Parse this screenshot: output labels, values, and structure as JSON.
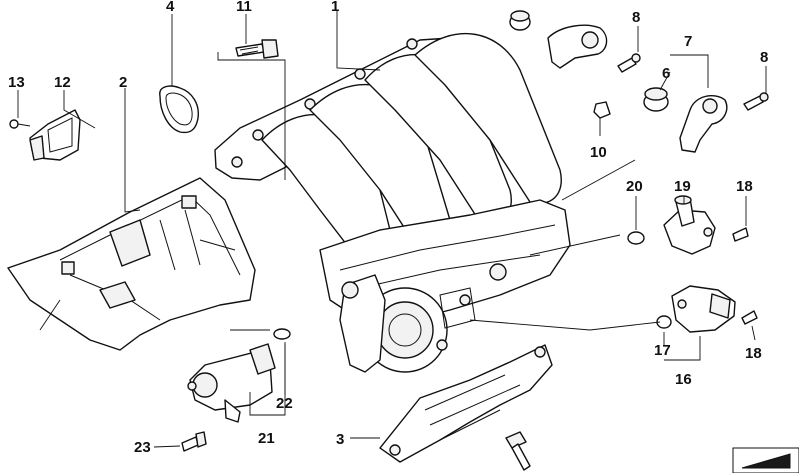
{
  "diagram": {
    "callouts": [
      "1",
      "2",
      "3",
      "4",
      "6",
      "7",
      "8",
      "8",
      "10",
      "11",
      "12",
      "13",
      "16",
      "17",
      "18",
      "18",
      "19",
      "20",
      "21",
      "22",
      "23"
    ]
  }
}
